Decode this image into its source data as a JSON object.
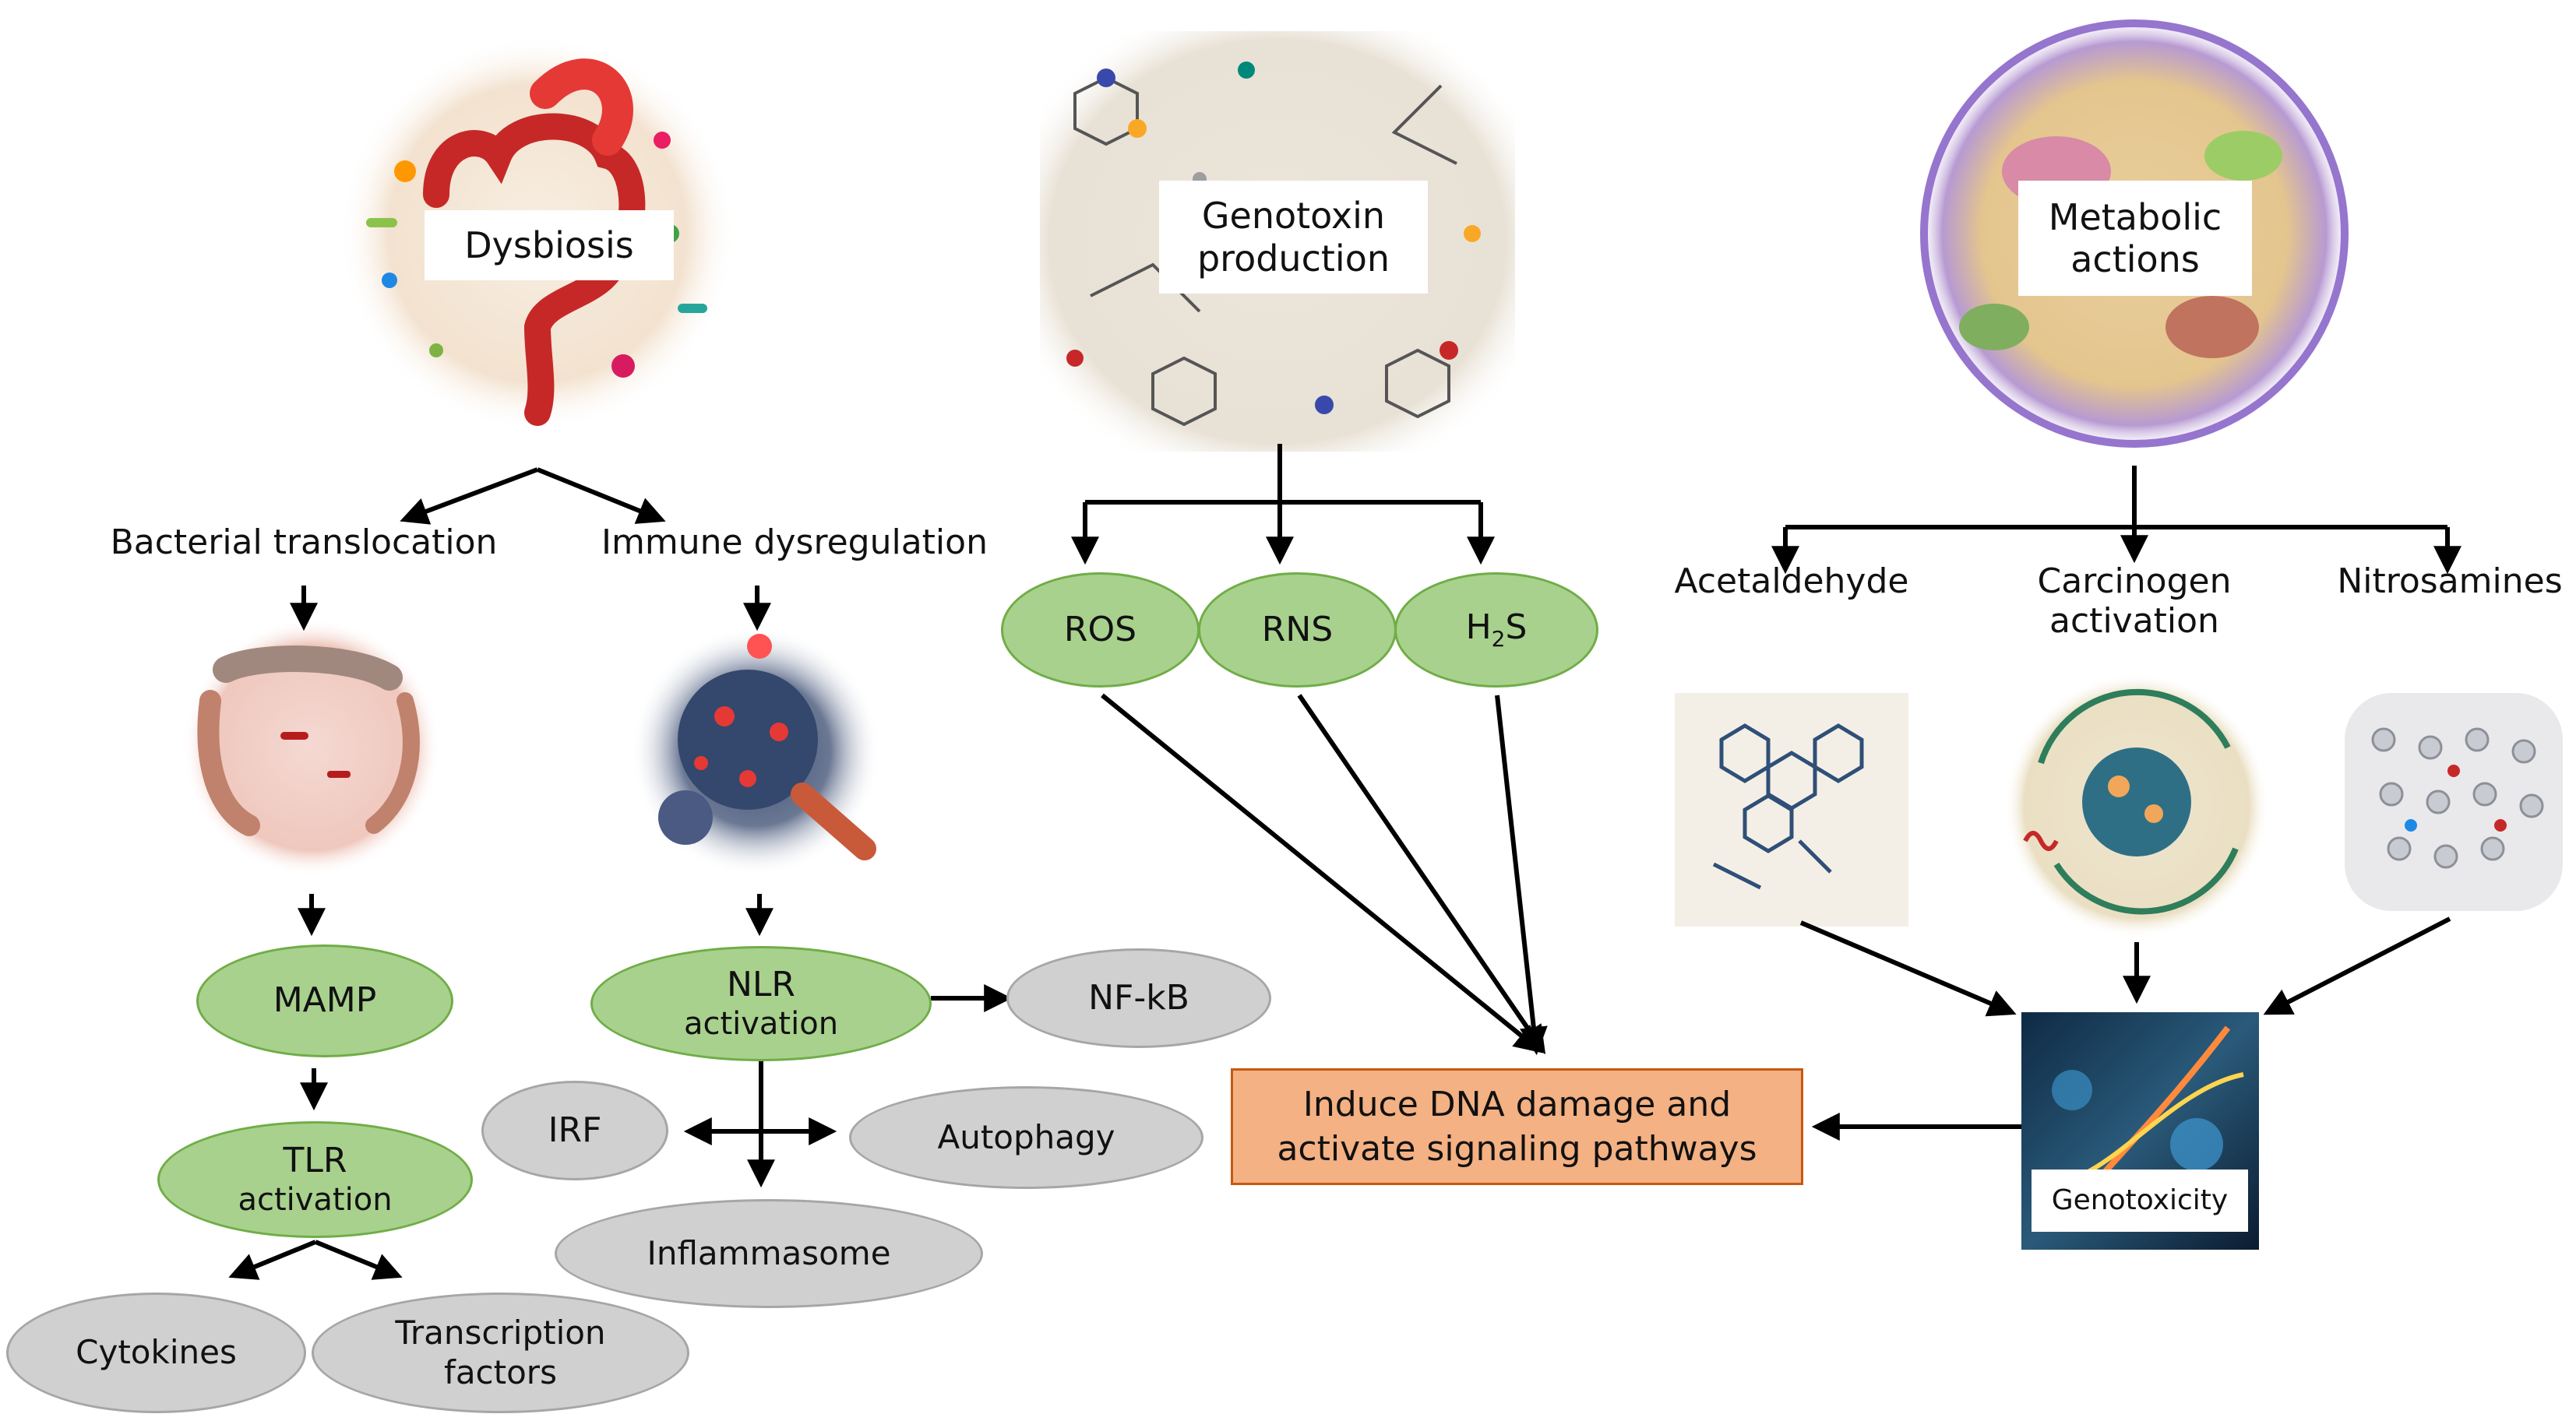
{
  "sources": {
    "dysbiosis": "Dysbiosis",
    "genotoxin_line1": "Genotoxin",
    "genotoxin_line2": "production",
    "metabolic_line1": "Metabolic",
    "metabolic_line2": "actions"
  },
  "branches": {
    "bacterial_translocation": "Bacterial translocation",
    "immune_dysregulation": "Immune dysregulation",
    "acetaldehyde": "Acetaldehyde",
    "carcinogen_line1": "Carcinogen",
    "carcinogen_line2": "activation",
    "nitrosamines": "Nitrosamines"
  },
  "nodes": {
    "mamp": "MAMP",
    "tlr_line1": "TLR",
    "tlr_line2": "activation",
    "nlr_line1": "NLR",
    "nlr_line2": "activation",
    "nfkb": "NF-kB",
    "irf": "IRF",
    "autophagy": "Autophagy",
    "inflammasome": "Inflammasome",
    "cytokines": "Cytokines",
    "transcription_line1": "Transcription",
    "transcription_line2": "factors",
    "ros": "ROS",
    "rns": "RNS",
    "h2s_main": "H",
    "h2s_sub": "2",
    "h2s_tail": "S"
  },
  "outcome": {
    "line1": "Induce DNA damage and",
    "line2": "activate signaling pathways",
    "genotoxicity": "Genotoxicity"
  },
  "colors": {
    "green_fill": "#a9d18e",
    "green_stroke": "#70ad47",
    "grey_fill": "#d0d0d0",
    "grey_stroke": "#a6a6a6",
    "orange_fill": "#f4b183",
    "orange_stroke": "#c55a11"
  }
}
